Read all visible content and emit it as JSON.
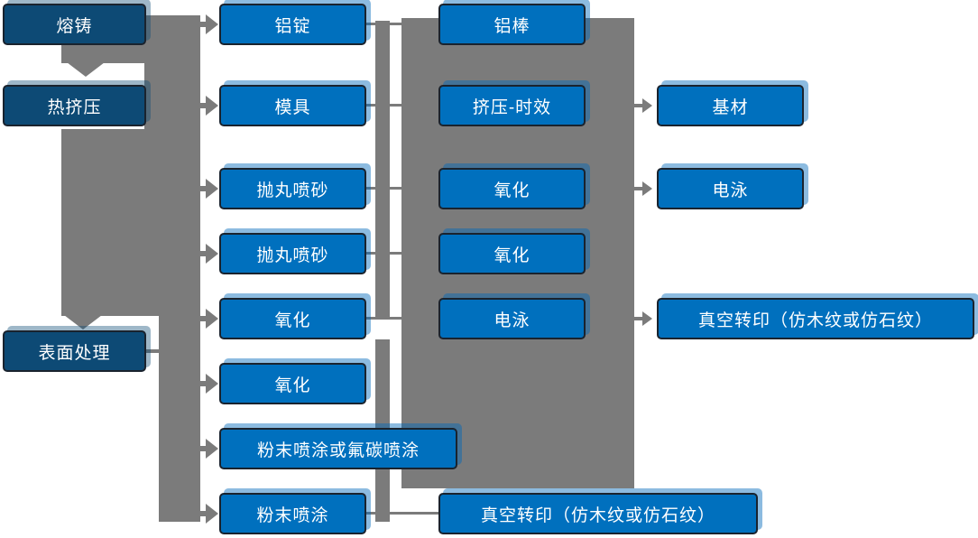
{
  "diagram": {
    "description": "Aluminum profile production process flowchart",
    "colors": {
      "primary_node_fill": "#0D4A75",
      "process_node_fill": "#0070BE",
      "node_border": "#1A232E",
      "node_text": "#FFFFFF",
      "connector_gray": "#7B7B7B",
      "background": "#FFFFFF"
    },
    "stage_nodes": [
      "熔铸",
      "热挤压",
      "表面处理"
    ],
    "col2_nodes": [
      "铝锭",
      "模具",
      "抛丸喷砂",
      "抛丸喷砂",
      "氧化",
      "氧化",
      "粉末喷涂或氟碳喷涂",
      "粉末喷涂"
    ],
    "col3_nodes": [
      "铝棒",
      "挤压-时效",
      "氧化",
      "氧化",
      "电泳",
      "真空转印（仿木纹或仿石纹）"
    ],
    "col4_nodes": [
      "基材",
      "电泳",
      "真空转印（仿木纹或仿石纹）"
    ]
  }
}
